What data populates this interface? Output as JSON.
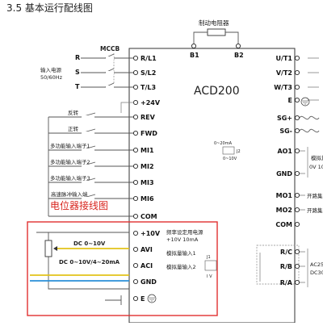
{
  "heading": "3.5 基本运行配线图",
  "model": "ACD200",
  "brake_resistor": "制动电阻器",
  "mccb": "MCCB",
  "power_input": {
    "line1": "输入电源",
    "line2": "50/60Hz"
  },
  "power_letters": [
    "R",
    "S",
    "T"
  ],
  "brake_terminals": [
    "B1",
    "B2"
  ],
  "left_terminals": [
    "R/L1",
    "S/L2",
    "T/L3",
    "+24V",
    "REV",
    "FWD",
    "MI1",
    "MI2",
    "MI3",
    "MI6",
    "COM",
    "+10V",
    "AVI",
    "ACI",
    "GND",
    "E"
  ],
  "input_labels": [
    "反转",
    "正转",
    "多功能输入端子1",
    "多功能输入端子2",
    "多功能输入端子3",
    "高速脉冲输入端"
  ],
  "pot_title": "电位器接线图",
  "avi_signal": "DC 0~10V",
  "aci_signal": "DC 0~10V/4~20mA",
  "plus10v_note": {
    "line1": "频率设定用电源",
    "line2": "+10V 10mA"
  },
  "avi_note": "模拟量输入1",
  "aci_note": "模拟量输入2",
  "j1_label": "J1",
  "j1_sub": "I V",
  "right_terminals": [
    "U/T1",
    "V/T2",
    "W/T3",
    "E",
    "SG+",
    "SG-",
    "AO1",
    "GND",
    "MO1",
    "MO2",
    "COM",
    "R/C",
    "R/B",
    "R/A"
  ],
  "j2_label": {
    "a": "0~20mA",
    "b": "J2",
    "c": "0~10V"
  },
  "analog_out": {
    "line1": "模拟量",
    "line2": "0V 10"
  },
  "open_collector_1": "开路集",
  "open_collector_2": "开路集",
  "relay_spec": {
    "line1": "AC25",
    "line2": "DC30"
  },
  "colors": {
    "red_box": "#e23131",
    "red_text": "#d8261f",
    "blue_wire": "#2a8fd8",
    "yellow_wire": "#e2c21a"
  }
}
